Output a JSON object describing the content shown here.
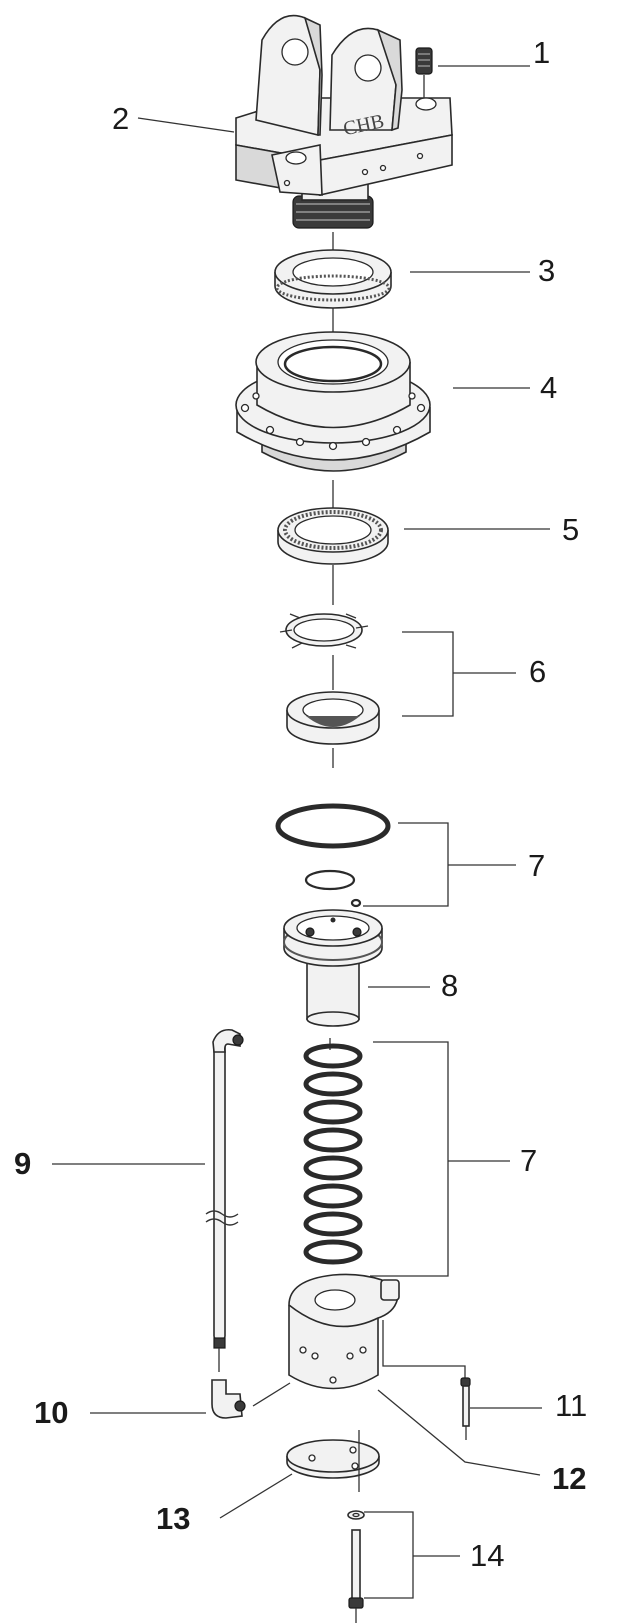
{
  "callouts": {
    "c1": "1",
    "c2": "2",
    "c3": "3",
    "c4": "4",
    "c5": "5",
    "c6": "6",
    "c7a": "7",
    "c8": "8",
    "c7b": "7",
    "c9": "9",
    "c10": "10",
    "c11": "11",
    "c12": "12",
    "c13": "13",
    "c14": "14"
  },
  "housing_lettering": "CHB"
}
